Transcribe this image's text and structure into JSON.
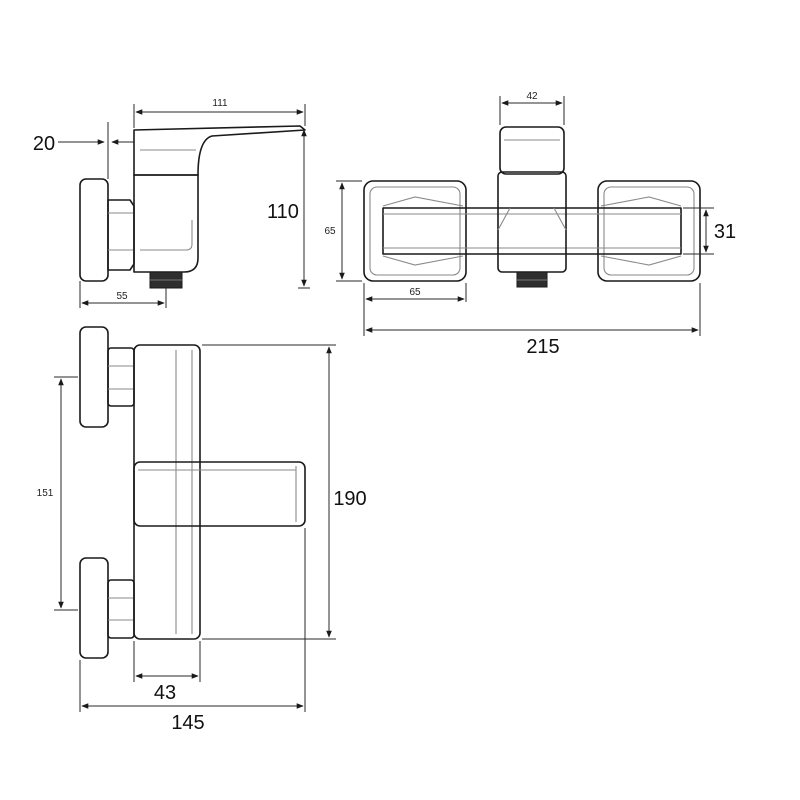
{
  "dimensions": {
    "side_length": "111",
    "side_wall_offset": "20",
    "side_height": "110",
    "side_outlet_offset": "55",
    "front_lever_width": "42",
    "front_height": "65",
    "front_flange_width": "65",
    "front_spout_height": "31",
    "front_total_width": "215",
    "plan_centers": "151",
    "plan_depth": "190",
    "plan_body_width": "43",
    "plan_total_depth": "145"
  }
}
